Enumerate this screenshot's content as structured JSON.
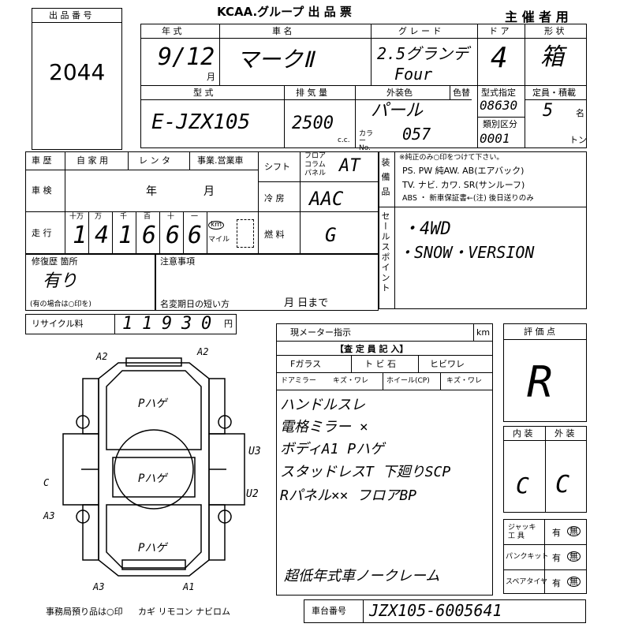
{
  "header": {
    "lot_label": "出 品 番 号",
    "lot_number": "2044",
    "title": "KCAA.グループ 出 品 票",
    "sponsor": "主 催 者 用"
  },
  "labels": {
    "year": "年 式",
    "car": "車 名",
    "grade": "グ レ ー ド",
    "doors": "ド ア",
    "body": "形 状",
    "model": "型 式",
    "displacement": "排 気 量",
    "color": "外装色",
    "color_change": "色替",
    "type_spec": "型式指定",
    "class": "類別区分",
    "capacity": "定員・積載",
    "cc": "c.c.",
    "color_no": "カラー No.",
    "persons_unit": "名",
    "ton_unit": "トン",
    "history": "車 歴",
    "private": "自 家 用",
    "rental": "レ ン タ",
    "business": "事業.営業車",
    "shift": "シフト",
    "shift_types": "フロア コラム パネル",
    "inspection": "車 検",
    "year_unit": "年",
    "month_unit": "月",
    "aircon": "冷 房",
    "mileage": "走 行",
    "fuel": "燃 料",
    "digits": [
      "十万",
      "万",
      "千",
      "百",
      "十",
      "一"
    ],
    "km": "km",
    "mile": "マイル",
    "equipment": "装 備 品",
    "equip_note": "※純正のみ○印をつけて下さい。",
    "equip_line1": "PS. PW 純AW. AB(エアバック)",
    "equip_line2": "TV. ナビ. カワ. SR(サンルーフ)",
    "equip_line3": "ABS ・ 新車保証書←(注) 後日送りのみ",
    "sales_point": "セールスポイント",
    "repair": "修復歴 箇所",
    "repair_note": "(有の場合は○印を)",
    "notice": "注意事項",
    "name_change": "名変期日の短い方",
    "name_change_suffix": "月    日まで",
    "recycle": "リサイクル料",
    "yen": "円",
    "meter": "現メーター指示",
    "meter_unit": "km",
    "inspector": "【査 定 員 記 入】",
    "fglass": "Fガラス",
    "tobi": "ト ビ 石",
    "crack": "ヒビワレ",
    "door_mirror": "ドアミラー",
    "mirror_dmg": "キズ・ワレ",
    "wheel": "ホイール(CP)",
    "wheel_dmg": "キズ・ワレ",
    "rating": "評 価 点",
    "interior": "内 装",
    "exterior": "外 装",
    "jack": "ジャッキ 工 具",
    "puncture": "パンクキット",
    "spare": "スペアタイヤ",
    "yes": "有",
    "no": "無",
    "office": "事務局預り品は○印",
    "items": "カギ リモコン ナビロム",
    "chassis": "車台番号"
  },
  "values": {
    "year": "9/12",
    "year_unit": "月",
    "car_name": "マークⅡ",
    "grade": "2.5グランデ",
    "grade2": "Four",
    "doors": "4",
    "body": "箱",
    "model": "E-JZX105",
    "displacement": "2500",
    "color": "パール",
    "color_no": "057",
    "type_spec": "08630",
    "class": "0001",
    "capacity": "5",
    "shift": "AT",
    "aircon": "AAC",
    "fuel": "G",
    "mileage_digits": [
      "1",
      "4",
      "1",
      "6",
      "6",
      "6"
    ],
    "sales1": "・4WD",
    "sales2": "・SNOW・VERSION",
    "repair": "有り",
    "recycle_digits": [
      "1",
      "1",
      "9",
      "3",
      "0"
    ],
    "rating": "R",
    "interior": "C",
    "exterior": "C",
    "notes": [
      "ハンドルスレ",
      "電格ミラー ×",
      "ボディA1 Pハゲ",
      "スタッドレスT 下廻りSCP",
      "Rパネル×× フロアBP"
    ],
    "footer_note": "超低年式車ノークレーム",
    "chassis": "JZX105-6005641",
    "diagram": {
      "a2_left": "A2",
      "a2_right": "A2",
      "peel_top": "Pハゲ",
      "peel_mid": "Pハゲ",
      "peel_bottom": "Pハゲ",
      "u3": "U3",
      "u2": "U2",
      "c": "C",
      "a3_left": "A3",
      "a3_bottom": "A3",
      "a1": "A1"
    }
  },
  "colors": {
    "ink": "#000000",
    "paper": "#ffffff"
  }
}
